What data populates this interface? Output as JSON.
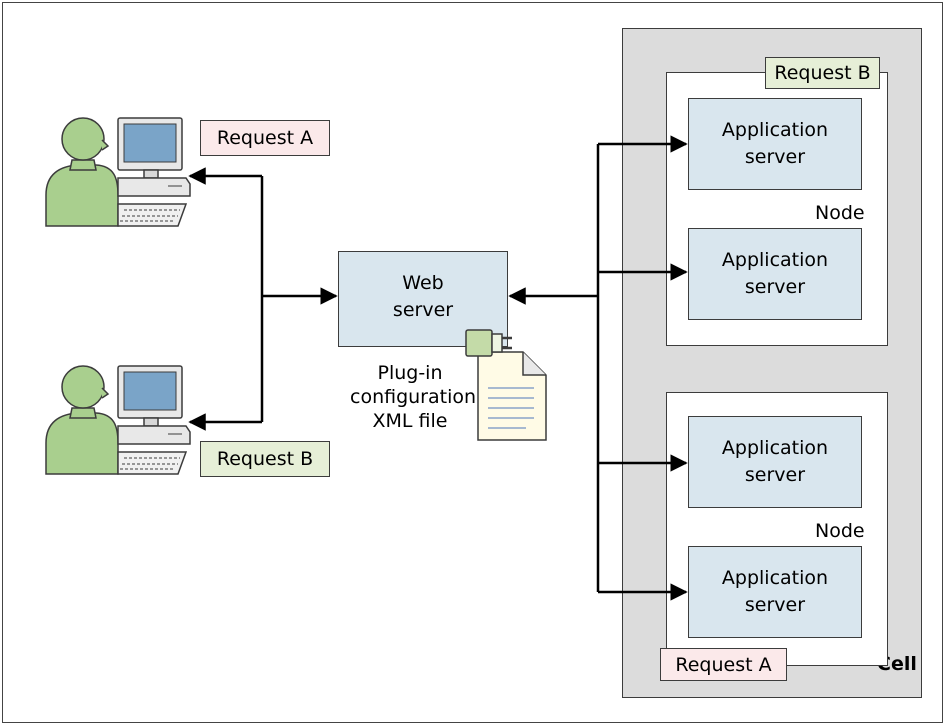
{
  "web_server": {
    "label": "Web\nserver"
  },
  "plugin": {
    "label": "Plug-in\nconfiguration\nXML file"
  },
  "clients": [
    {
      "request": "Request A"
    },
    {
      "request": "Request B"
    }
  ],
  "cell": {
    "label": "Cell",
    "nodes": [
      {
        "label": "Node",
        "request": "Request B",
        "servers": [
          {
            "label": "Application\nserver"
          },
          {
            "label": "Application\nserver"
          }
        ]
      },
      {
        "label": "Node",
        "request": "Request A",
        "servers": [
          {
            "label": "Application\nserver"
          },
          {
            "label": "Application\nserver"
          }
        ]
      }
    ]
  },
  "colors": {
    "server_fill": "#d9e6ee",
    "request_a_fill": "#fbe9ea",
    "request_b_fill": "#e6efd7",
    "cell_fill": "#dcdcdc",
    "user_green": "#a9cf8e"
  }
}
